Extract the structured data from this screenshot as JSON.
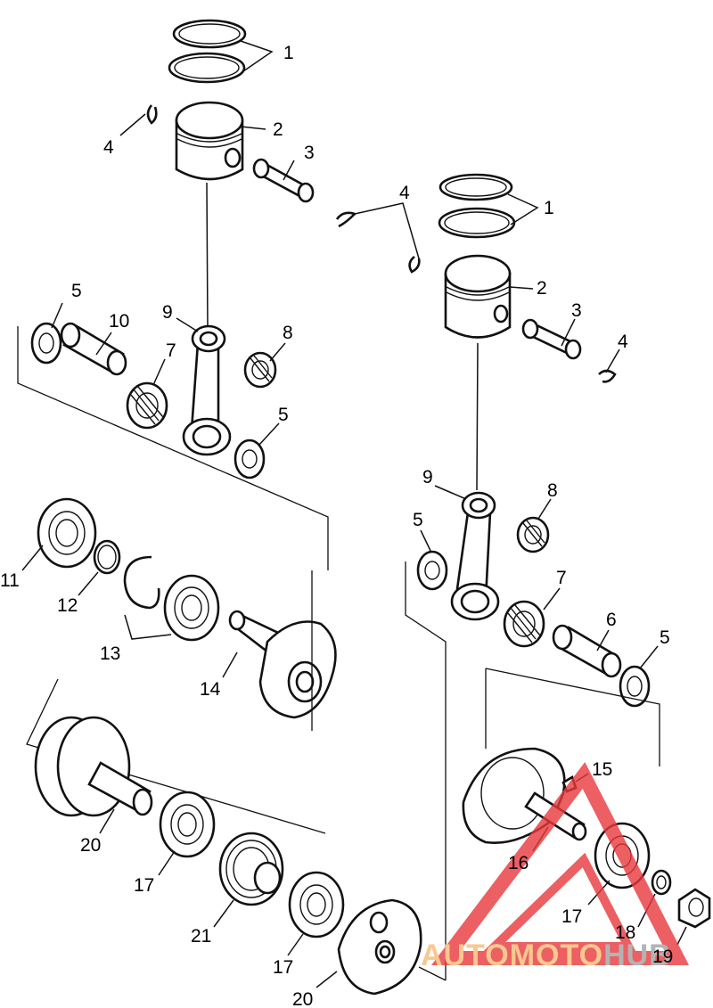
{
  "callouts": [
    {
      "id": "c1a",
      "text": "1"
    },
    {
      "id": "c2a",
      "text": "2"
    },
    {
      "id": "c3a",
      "text": "3"
    },
    {
      "id": "c4a",
      "text": "4"
    },
    {
      "id": "c4b",
      "text": "4"
    },
    {
      "id": "c1b",
      "text": "1"
    },
    {
      "id": "c2b",
      "text": "2"
    },
    {
      "id": "c3b",
      "text": "3"
    },
    {
      "id": "c4c",
      "text": "4"
    },
    {
      "id": "c5a",
      "text": "5"
    },
    {
      "id": "c10",
      "text": "10"
    },
    {
      "id": "c9a",
      "text": "9"
    },
    {
      "id": "c8a",
      "text": "8"
    },
    {
      "id": "c7a",
      "text": "7"
    },
    {
      "id": "c5b",
      "text": "5"
    },
    {
      "id": "c9b",
      "text": "9"
    },
    {
      "id": "c8b",
      "text": "8"
    },
    {
      "id": "c5c",
      "text": "5"
    },
    {
      "id": "c7b",
      "text": "7"
    },
    {
      "id": "c6",
      "text": "6"
    },
    {
      "id": "c5d",
      "text": "5"
    },
    {
      "id": "c11",
      "text": "11"
    },
    {
      "id": "c12",
      "text": "12"
    },
    {
      "id": "c13",
      "text": "13"
    },
    {
      "id": "c14",
      "text": "14"
    },
    {
      "id": "c15",
      "text": "15"
    },
    {
      "id": "c16",
      "text": "16"
    },
    {
      "id": "c17a",
      "text": "17"
    },
    {
      "id": "c18",
      "text": "18"
    },
    {
      "id": "c19",
      "text": "19"
    },
    {
      "id": "c20a",
      "text": "20"
    },
    {
      "id": "c17b",
      "text": "17"
    },
    {
      "id": "c21",
      "text": "21"
    },
    {
      "id": "c17c",
      "text": "17"
    },
    {
      "id": "c20b",
      "text": "20"
    }
  ],
  "watermark": {
    "text_part1": "AUTOMOTO",
    "text_part2": "HUB",
    "color_part1": "#f7c98f",
    "color_part2": "#b3b3b3",
    "logo_color": "#e8383d"
  }
}
